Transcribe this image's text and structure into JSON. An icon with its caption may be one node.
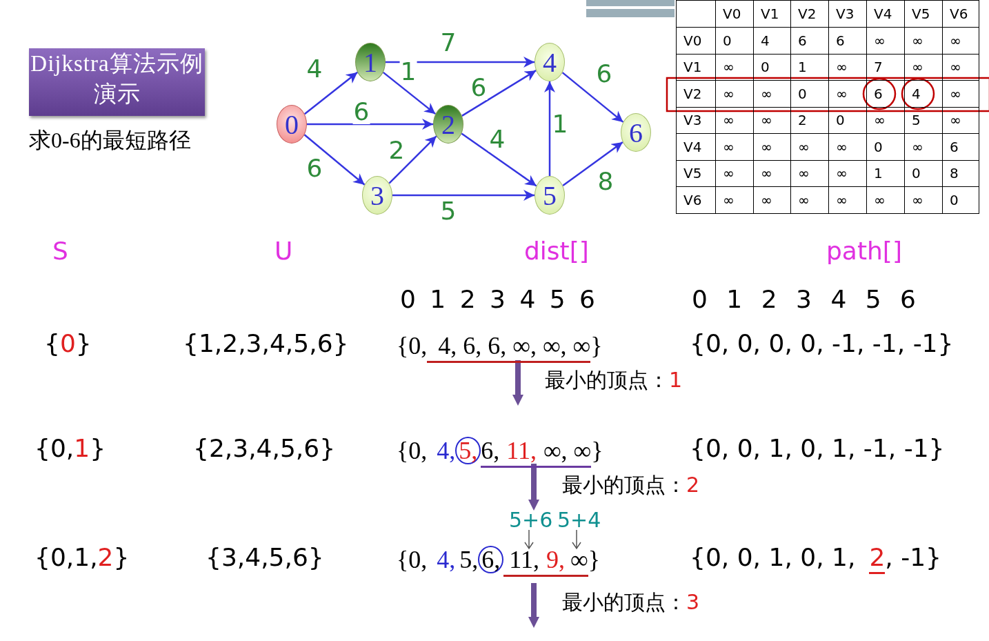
{
  "diagram": {
    "title": "Dijkstra算法示例演示",
    "nodes": [
      {
        "text": [
          "0"
        ]
      },
      {
        "text": [
          "1"
        ]
      },
      {
        "text": [
          "2"
        ]
      },
      {
        "text": [
          "3"
        ]
      },
      {
        "text": [
          "4"
        ]
      },
      {
        "text": [
          "5"
        ]
      },
      {
        "text": [
          "6"
        ]
      }
    ],
    "edges": [
      {
        "from": 0,
        "to": 1,
        "arrow": "to",
        "label": "4"
      },
      {
        "from": 0,
        "to": 2,
        "arrow": "to",
        "label": "6"
      },
      {
        "from": 0,
        "to": 3,
        "arrow": "to",
        "label": "6"
      },
      {
        "from": 1,
        "to": 2,
        "arrow": "to",
        "label": "1"
      },
      {
        "from": 1,
        "to": 4,
        "arrow": "to",
        "label": "7"
      },
      {
        "from": 2,
        "to": 4,
        "arrow": "to",
        "label": "6"
      },
      {
        "from": 2,
        "to": 5,
        "arrow": "to",
        "label": "4"
      },
      {
        "from": 3,
        "to": 2,
        "arrow": "to",
        "label": "2"
      },
      {
        "from": 3,
        "to": 5,
        "arrow": "to",
        "label": "5"
      },
      {
        "from": 5,
        "to": 4,
        "arrow": "to",
        "label": "1"
      },
      {
        "from": 4,
        "to": 6,
        "arrow": "to",
        "label": "6"
      },
      {
        "from": 5,
        "to": 6,
        "arrow": "to",
        "label": "8"
      }
    ],
    "labels": [
      "求0-6的最短路径",
      "V0",
      "V1",
      "V2",
      "V3",
      "V4",
      "V5",
      "V6",
      "V0",
      "0",
      "4",
      "6",
      "6",
      "∞",
      "∞",
      "∞",
      "V1",
      "∞",
      "0",
      "1",
      "∞",
      "7",
      "∞",
      "∞",
      "V2",
      "∞",
      "∞",
      "0",
      "∞",
      "6",
      "4",
      "∞",
      "V3",
      "∞",
      "∞",
      "2",
      "0",
      "∞",
      "5",
      "∞",
      "V4",
      "∞",
      "∞",
      "∞",
      "∞",
      "0",
      "∞",
      "6",
      "V5",
      "∞",
      "∞",
      "∞",
      "∞",
      "1",
      "0",
      "8",
      "V6",
      "∞",
      "∞",
      "∞",
      "∞",
      "∞",
      "∞",
      "0",
      "S",
      "U",
      "dist[]",
      "path[]",
      "0 1 2 3 4 5 6",
      "0 1 2 3 4 5 6",
      "{",
      "0",
      "}",
      "{1,2,3,4,5,6}",
      "{0,",
      "4, 6, 6, ∞, ∞, ∞",
      "}",
      "{0, 0, 0, 0, -1, -1, -1}",
      "最小的顶点：",
      "1",
      "{0,",
      "1",
      "}",
      "{2,3,4,5,6}",
      "{0,",
      "4,",
      "5,",
      "6,",
      "11,",
      "∞, ∞",
      "}",
      "{0, 0, 1, 0, 1, -1, -1}",
      "最小的顶点：",
      "2",
      "5+6",
      "5+4",
      "{0,1,",
      "2",
      "}",
      "{3,4,5,6}",
      "{0,",
      "4,",
      "5,",
      "6,",
      "11,",
      "9,",
      "∞",
      "}",
      "{0, 0, 1, 0, 1,",
      "2",
      ", -1}",
      "最小的顶点：",
      "3"
    ]
  }
}
